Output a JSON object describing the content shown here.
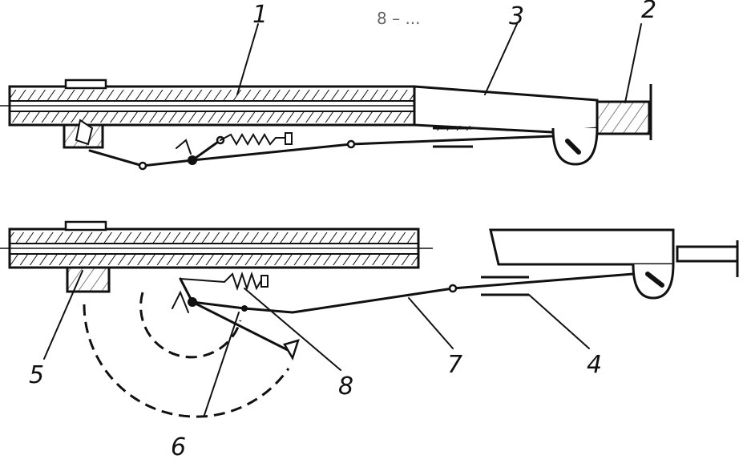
{
  "header_fragment": "8 – ...",
  "labels": {
    "l1": "1",
    "l2": "2",
    "l3": "3",
    "l4": "4",
    "l5": "5",
    "l6": "6",
    "l7": "7",
    "l8": "8"
  }
}
